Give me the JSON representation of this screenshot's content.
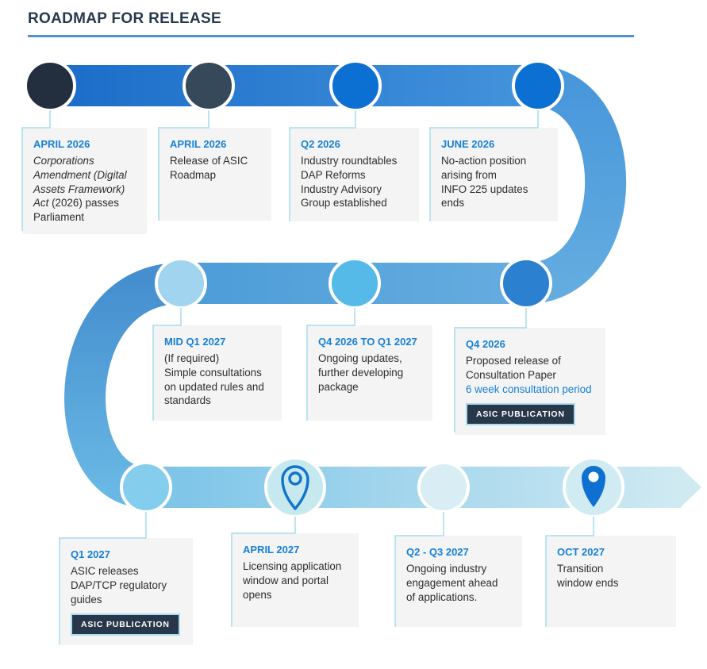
{
  "title": "ROADMAP FOR RELEASE",
  "palette": {
    "accent_blue": "#1580d8",
    "dark_navy": "#28384a",
    "timeline_start": "#1a6cc8",
    "timeline_bright_blue": "#0b70d2",
    "timeline_mid": "#55a5dd",
    "timeline_end_pale": "#d0eaf2",
    "node_dark_1": "#232f3f",
    "node_dark_2": "#36495b",
    "connector_line": "#a5dcee",
    "card_background": "#f4f4f4",
    "badge_background": "#28384a",
    "title_underline": "#4d92cc"
  },
  "icons": {
    "node_10": "location-pin-outline-icon",
    "node_12": "location-pin-filled-icon"
  },
  "milestones": [
    {
      "date": "APRIL 2026",
      "body_italic": "Corporations\nAmendment (Digital\nAssets Framework)\nAct",
      "body_rest": " (2026) passes\nParliament"
    },
    {
      "date": "APRIL 2026",
      "body": "Release of ASIC\nRoadmap"
    },
    {
      "date": "Q2 2026",
      "body": "Industry roundtables\nDAP Reforms\nIndustry Advisory\nGroup established"
    },
    {
      "date": "JUNE 2026",
      "body": "No-action position\narising from\nINFO 225 updates\nends"
    },
    {
      "date": "MID Q1 2027",
      "body": "(If required)\nSimple consultations\non updated rules and\nstandards"
    },
    {
      "date": "Q4 2026 TO Q1 2027",
      "body": "Ongoing updates,\nfurther developing\npackage"
    },
    {
      "date": "Q4 2026",
      "body": "Proposed release of\nConsultation Paper",
      "note": "6 week consultation period",
      "badge": "ASIC PUBLICATION"
    },
    {
      "date": "Q1 2027",
      "body": "ASIC releases\nDAP/TCP regulatory\nguides",
      "badge": "ASIC PUBLICATION"
    },
    {
      "date": "APRIL 2027",
      "body": "Licensing application\nwindow and portal\nopens"
    },
    {
      "date": "Q2 - Q3 2027",
      "body": "Ongoing industry\nengagement ahead\nof applications."
    },
    {
      "date": "OCT 2027",
      "body": "Transition\nwindow ends"
    }
  ]
}
